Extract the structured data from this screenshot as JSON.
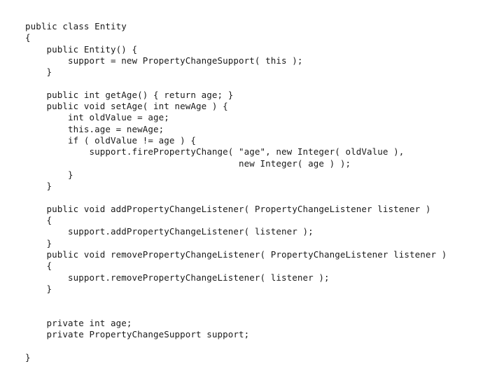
{
  "code": {
    "lines": [
      "public class Entity",
      "{",
      "    public Entity() {",
      "        support = new PropertyChangeSupport( this );",
      "    }",
      "",
      "    public int getAge() { return age; }",
      "    public void setAge( int newAge ) {",
      "        int oldValue = age;",
      "        this.age = newAge;",
      "        if ( oldValue != age ) {",
      "            support.firePropertyChange( \"age\", new Integer( oldValue ),",
      "                                        new Integer( age ) );",
      "        }",
      "    }",
      "",
      "    public void addPropertyChangeListener( PropertyChangeListener listener )",
      "    {",
      "        support.addPropertyChangeListener( listener );",
      "    }",
      "    public void removePropertyChangeListener( PropertyChangeListener listener )",
      "    {",
      "        support.removePropertyChangeListener( listener );",
      "    }",
      "",
      "",
      "    private int age;",
      "    private PropertyChangeSupport support;",
      "",
      "}"
    ]
  }
}
